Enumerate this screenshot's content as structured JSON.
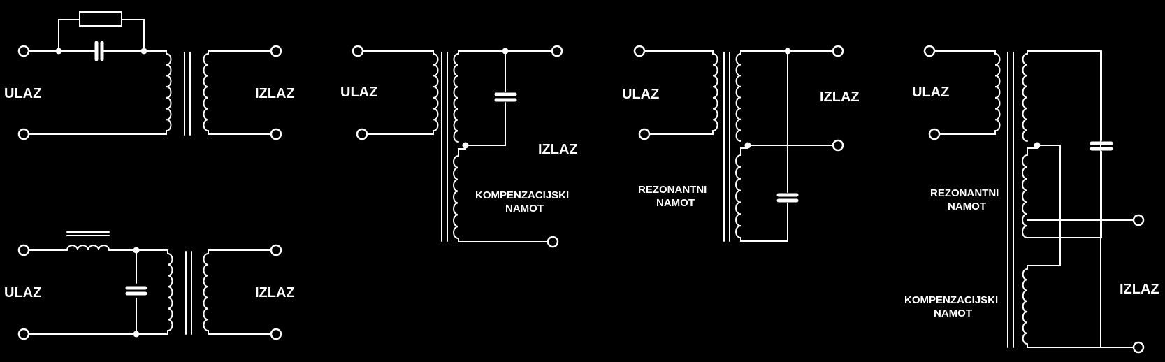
{
  "labels": {
    "ulaz": "ULAZ",
    "izlaz": "IZLAZ",
    "kompenzacijski": "KOMPENZACIJSKI",
    "rezonantni": "REZONANTNI",
    "namot": "NAMOT"
  },
  "colors": {
    "background": "#000000",
    "stroke": "#ffffff"
  }
}
